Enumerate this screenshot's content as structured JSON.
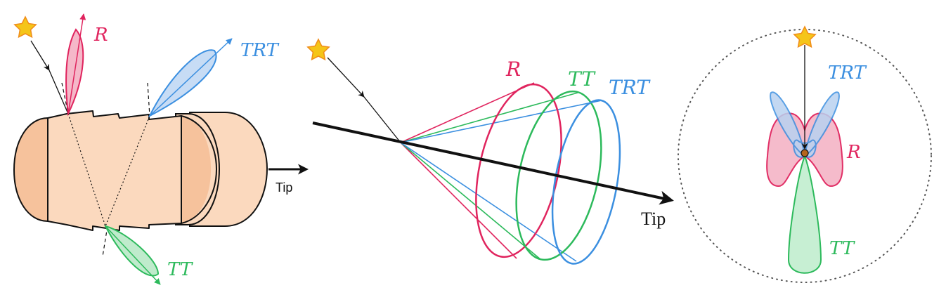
{
  "colors": {
    "R": "#e0245e",
    "TT": "#2dba5c",
    "TRT": "#3b8fe0",
    "hair": "#fbd9be",
    "hair_dark": "#f6c29c",
    "star": "#f5c518"
  },
  "panel1": {
    "label_R": "R",
    "label_TRT": "TRT",
    "label_TT": "TT",
    "tip_label": "Tip"
  },
  "panel2": {
    "label_R": "R",
    "label_TT": "TT",
    "label_TRT": "TRT",
    "tip_label": "Tip"
  },
  "panel3": {
    "label_TRT": "TRT",
    "label_R": "R",
    "label_TT": "TT"
  },
  "icons": [
    "star-icon"
  ]
}
